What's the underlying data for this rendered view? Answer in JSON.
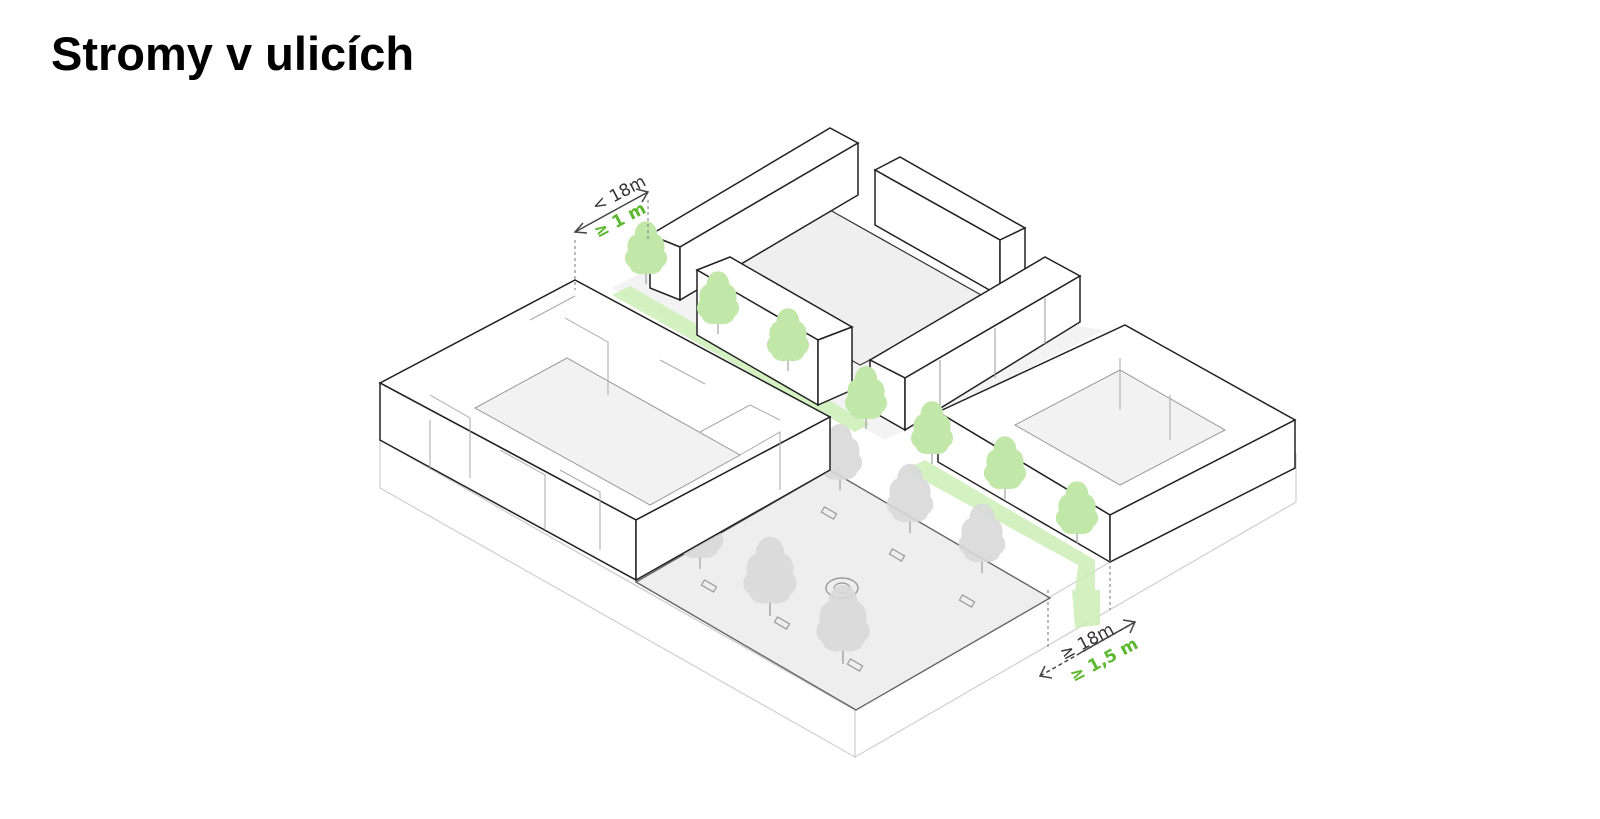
{
  "title": "Stromy v ulicích",
  "annotations": {
    "narrow_street": {
      "width": "< 18m",
      "tree_zone": "≥ 1 m"
    },
    "wide_street": {
      "width": "≥ 18m",
      "tree_zone": "≥ 1,5 m"
    }
  },
  "colors": {
    "green_text": "#5cb82e",
    "green_zone": "#cdeeb7",
    "tree_green": "#c2e8a9",
    "tree_gray": "#d9d9d9",
    "building_line": "#222222",
    "base_line": "#c8c8c8",
    "courtyard": "#f2f2f2"
  }
}
